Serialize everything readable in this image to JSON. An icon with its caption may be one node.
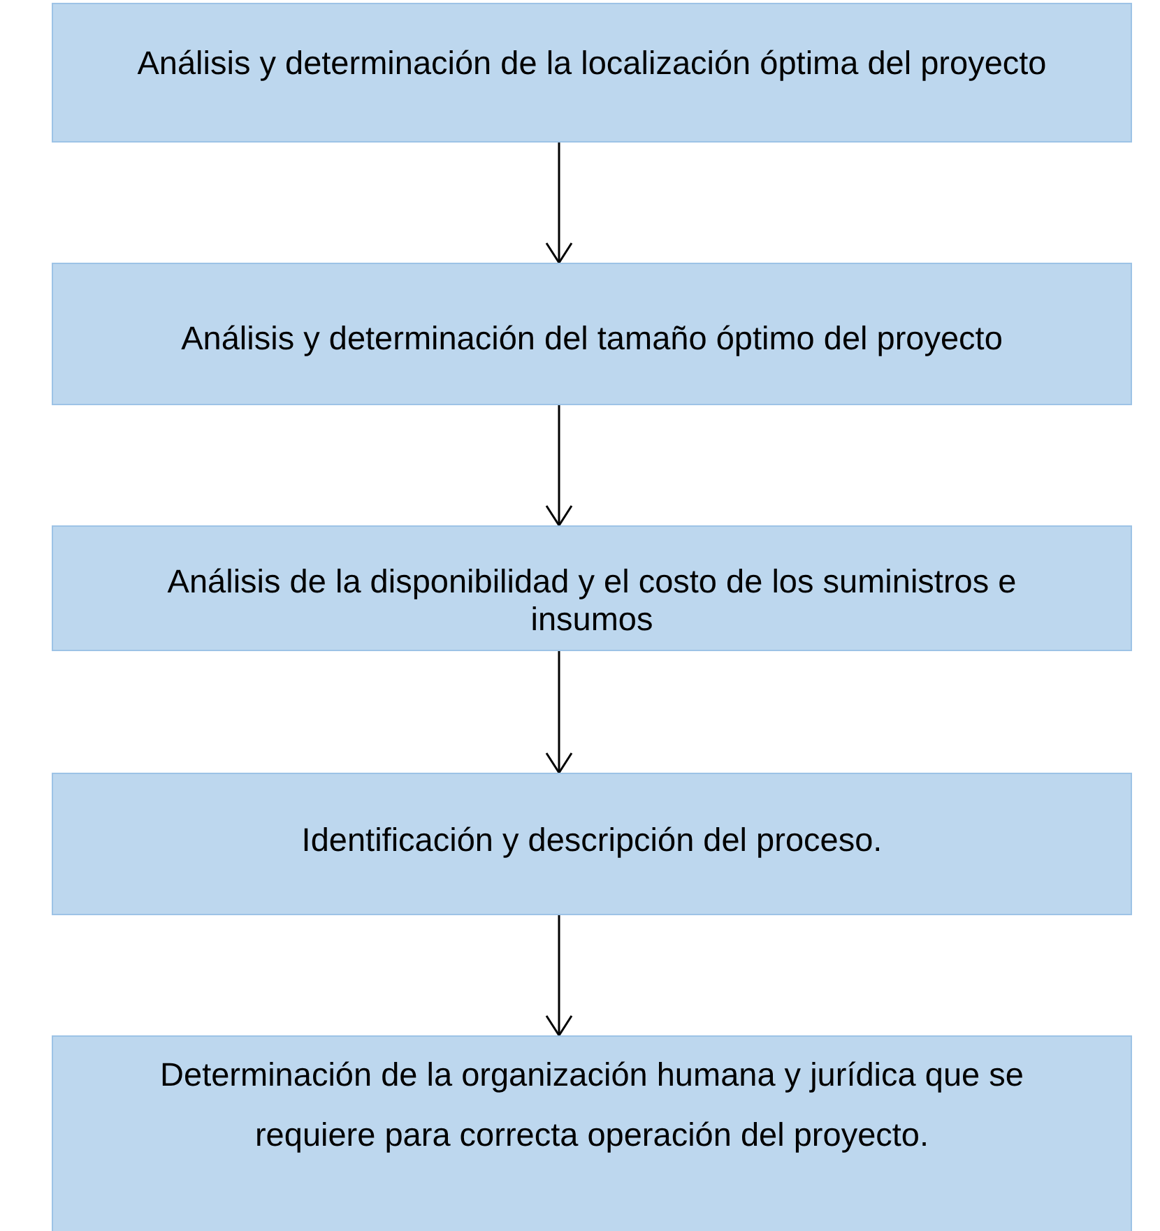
{
  "diagram": {
    "nodes": [
      {
        "text": [
          "Análisis y determinación de la localización óptima del proyecto"
        ]
      },
      {
        "text": [
          "Análisis y determinación del tamaño óptimo del proyecto"
        ]
      },
      {
        "text": [
          "Análisis de la disponibilidad y el costo de los suministros e insumos"
        ]
      },
      {
        "text": [
          "Identificación y descripción del proceso."
        ]
      },
      {
        "text": [
          "Determinación de la organización humana y jurídica que se requiere para correcta operación del proyecto."
        ]
      }
    ],
    "edges": [
      {
        "from": 0,
        "to": 1,
        "arrow": "to"
      },
      {
        "from": 1,
        "to": 2,
        "arrow": "to"
      },
      {
        "from": 2,
        "to": 3,
        "arrow": "to"
      },
      {
        "from": 3,
        "to": 4,
        "arrow": "to"
      }
    ]
  }
}
